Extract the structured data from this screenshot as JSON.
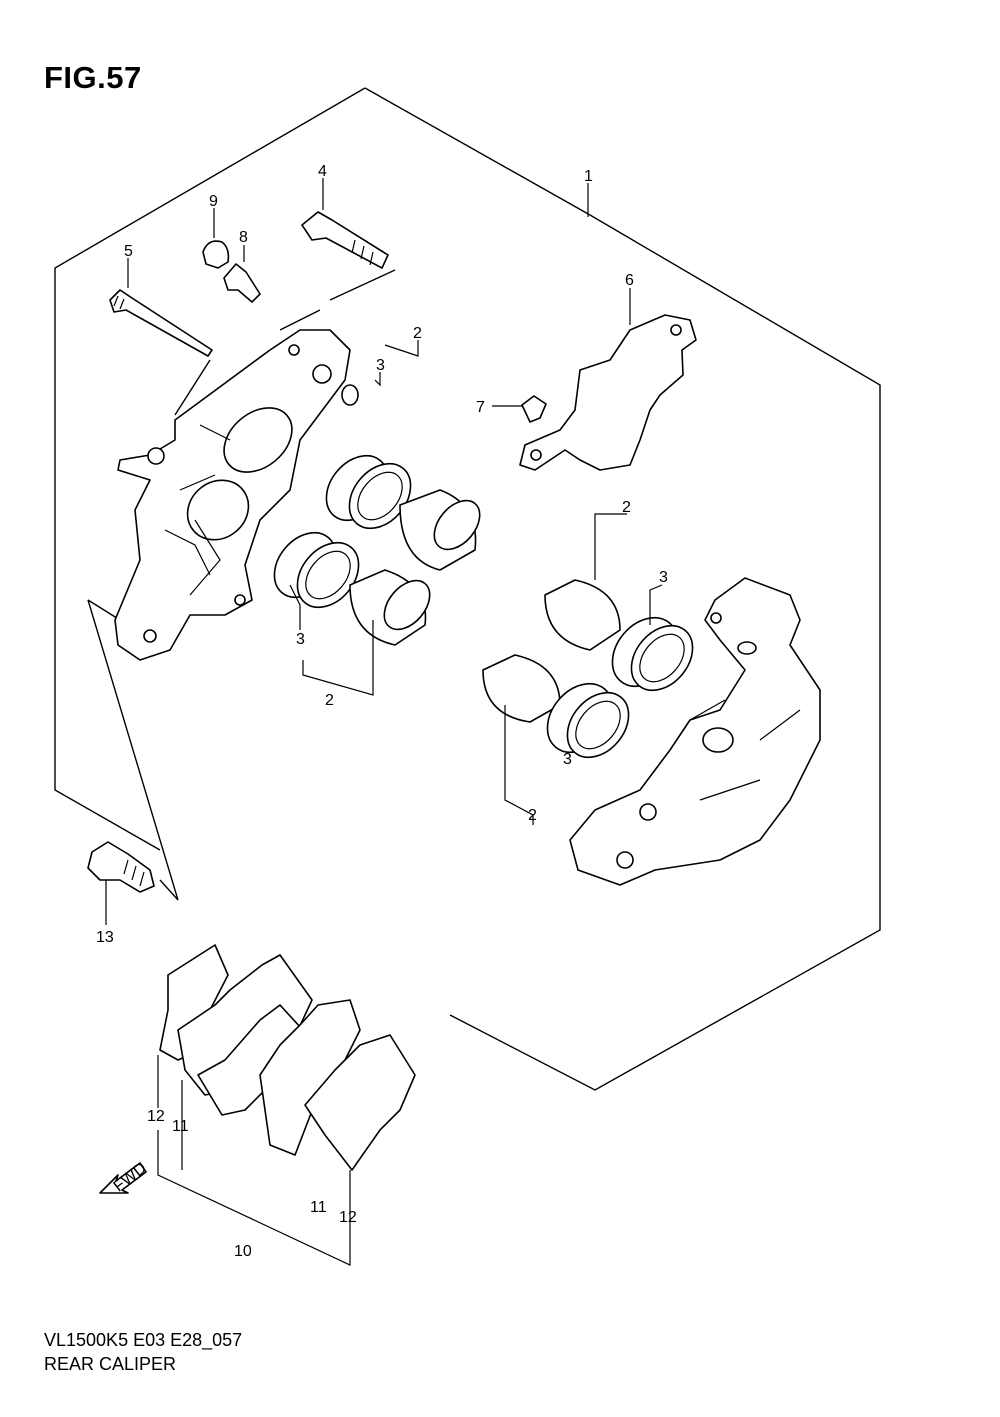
{
  "figure": {
    "title": "FIG.57",
    "code": "VL1500K5 E03 E28_057",
    "name": "REAR CALIPER"
  },
  "callouts": {
    "c1": "1",
    "c2a": "2",
    "c2b": "2",
    "c2c": "2",
    "c2d": "2",
    "c3a": "3",
    "c3b": "3",
    "c3c": "3",
    "c3d": "3",
    "c4": "4",
    "c5": "5",
    "c6": "6",
    "c7": "7",
    "c8": "8",
    "c9": "9",
    "c10": "10",
    "c11a": "11",
    "c11b": "11",
    "c12a": "12",
    "c12b": "12",
    "c13": "13"
  },
  "fwd_label": "FWD"
}
